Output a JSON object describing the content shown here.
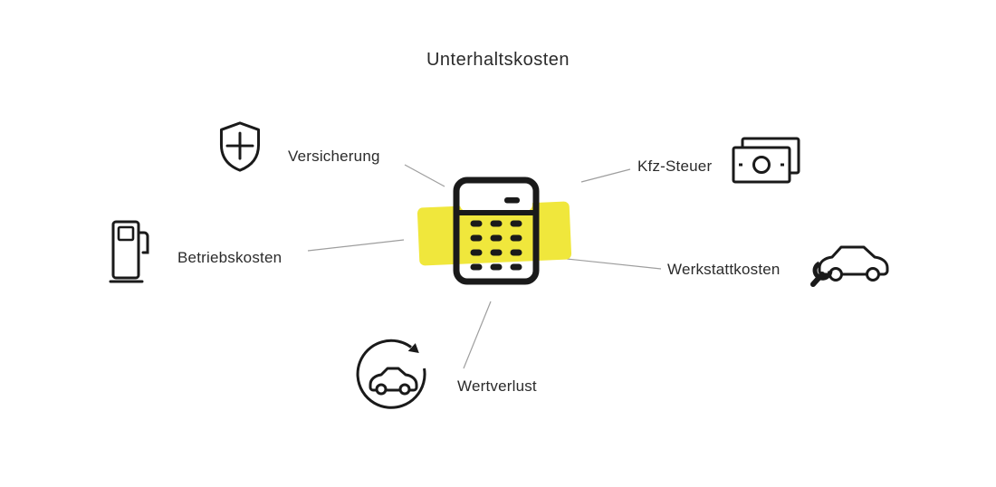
{
  "title": "Unterhaltskosten",
  "colors": {
    "highlight": "#f0e73c",
    "icon": "#1a1a1a",
    "text": "#2b2b2b",
    "line": "#9e9e9e"
  },
  "center": {
    "icon": "calculator-icon"
  },
  "nodes": [
    {
      "id": "versicherung",
      "label": "Versicherung",
      "icon": "shield-plus-icon",
      "position": "top-left"
    },
    {
      "id": "kfz-steuer",
      "label": "Kfz-Steuer",
      "icon": "banknotes-icon",
      "position": "top-right"
    },
    {
      "id": "betriebskosten",
      "label": "Betriebskosten",
      "icon": "fuel-pump-icon",
      "position": "left"
    },
    {
      "id": "werkstattkosten",
      "label": "Werkstattkosten",
      "icon": "car-wrench-icon",
      "position": "right"
    },
    {
      "id": "wertverlust",
      "label": "Wertverlust",
      "icon": "car-refresh-icon",
      "position": "bottom"
    }
  ]
}
